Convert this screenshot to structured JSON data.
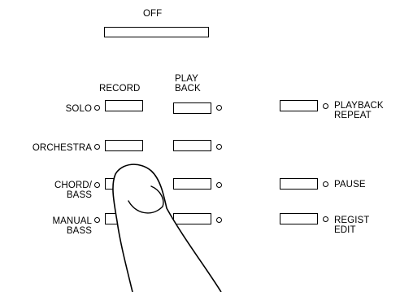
{
  "off": {
    "label": "OFF"
  },
  "columns": {
    "record": "RECORD",
    "playback_line1": "PLAY",
    "playback_line2": "BACK"
  },
  "rows": [
    {
      "key": "solo",
      "line1": "SOLO",
      "line2": ""
    },
    {
      "key": "orchestra",
      "line1": "ORCHESTRA",
      "line2": ""
    },
    {
      "key": "chord-bass",
      "line1": "CHORD/",
      "line2": "BASS"
    },
    {
      "key": "manual-bass",
      "line1": "MANUAL",
      "line2": "BASS"
    }
  ],
  "side_controls": [
    {
      "key": "playback-repeat",
      "line1": "PLAYBACK",
      "line2": "REPEAT"
    },
    {
      "key": "pause",
      "line1": "PAUSE",
      "line2": ""
    },
    {
      "key": "regist-edit",
      "line1": "REGIST",
      "line2": "EDIT"
    }
  ],
  "colors": {
    "ink": "#000000",
    "background": "#ffffff"
  }
}
